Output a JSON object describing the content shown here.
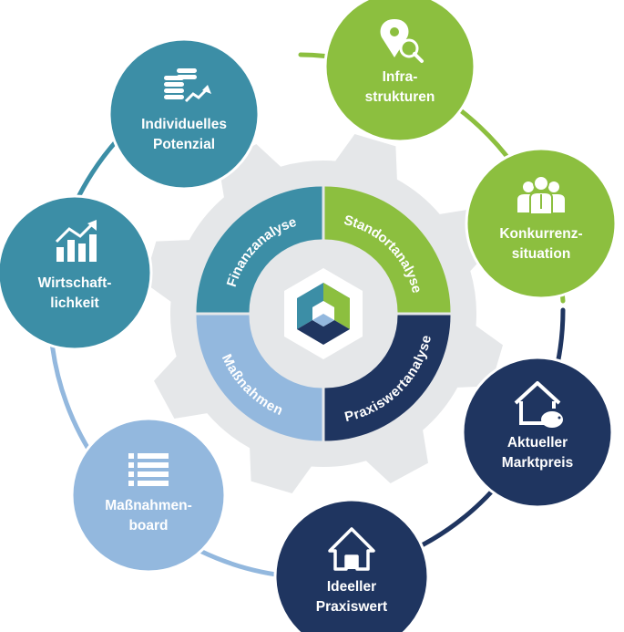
{
  "colors": {
    "teal": "#3c8ea6",
    "green": "#8cbf3f",
    "navy": "#1f3560",
    "light_blue": "#93b8de",
    "gear": "#e4e6e8",
    "ring_grey": "#c9ccd0"
  },
  "segments": [
    {
      "label": "Finanzanalyse",
      "color": "teal"
    },
    {
      "label": "Standortanalyse",
      "color": "green"
    },
    {
      "label": "Praxiswertanalyse",
      "color": "navy"
    },
    {
      "label": "Maßnahmen",
      "color": "light_blue"
    }
  ],
  "nodes": [
    {
      "id": "individuelles-potenzial",
      "lines": [
        "Individuelles",
        "Potenzial"
      ],
      "color": "teal",
      "icon": "coin-stack-arrow-icon"
    },
    {
      "id": "infrastrukturen",
      "lines": [
        "Infra-",
        "strukturen"
      ],
      "color": "green",
      "icon": "location-search-icon"
    },
    {
      "id": "konkurrenzsituation",
      "lines": [
        "Konkurrenz-",
        "situation"
      ],
      "color": "green",
      "icon": "doctors-group-icon"
    },
    {
      "id": "aktueller-marktpreis",
      "lines": [
        "Aktueller",
        "Marktpreis"
      ],
      "color": "navy",
      "icon": "house-piggybank-icon"
    },
    {
      "id": "ideeller-praxiswert",
      "lines": [
        "Ideeller",
        "Praxiswert"
      ],
      "color": "navy",
      "icon": "house-icon"
    },
    {
      "id": "massnahmenboard",
      "lines": [
        "Maßnahmen-",
        "board"
      ],
      "color": "light_blue",
      "icon": "list-icon"
    },
    {
      "id": "wirtschaftlichkeit",
      "lines": [
        "Wirtschaft-",
        "lichkeit"
      ],
      "color": "teal",
      "icon": "bar-chart-arrow-icon"
    }
  ]
}
